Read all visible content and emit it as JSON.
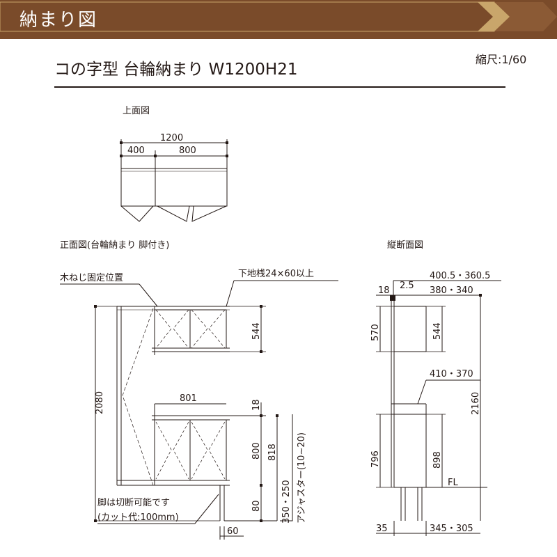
{
  "header": {
    "title": "納まり図"
  },
  "title": "コの字型 台輪納まり W1200H21",
  "scale": "縮尺:1/60",
  "colors": {
    "banner": "#7a4b2a",
    "banner_arrow": "#c9a66b",
    "line": "#231815",
    "hatch": "#8a8a8a"
  },
  "plan_view": {
    "label": "上面図",
    "dims": {
      "total": "1200",
      "left": "400",
      "right": "800"
    }
  },
  "front_view": {
    "label": "正面図(台輪納まり 脚付き)",
    "notes": {
      "screw": "木ねじ固定位置",
      "batten": "下地桟24×60以上",
      "cut_line1": "脚は切断可能です",
      "cut_line2": "(カット代:100mm)",
      "adjuster": "アジャスター(10~20)"
    },
    "dims": {
      "height": "2080",
      "upper": "544",
      "width": "801",
      "board": "18",
      "lower": "800",
      "lower_total": "818",
      "leg": "350・250",
      "base": "80",
      "leg_w": "60"
    }
  },
  "section_view": {
    "label": "縦断面図",
    "dims": {
      "top_depth": "400.5・360.5",
      "t18": "18",
      "t25": "2.5",
      "upper_depth": "380・340",
      "d570": "570",
      "d544": "544",
      "counter_depth": "410・370",
      "total_h": "2160",
      "d796": "796",
      "d898": "898",
      "fl": "FL",
      "d35": "35",
      "base_depth": "345・305"
    }
  }
}
